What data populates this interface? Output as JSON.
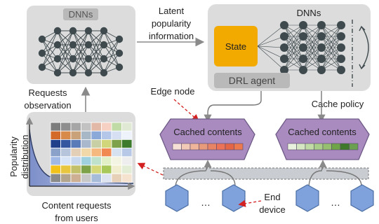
{
  "dnn_left": {
    "title": "DNNs"
  },
  "arrow_top": {
    "line1": "Latent",
    "line2": "popularity",
    "line3": "information"
  },
  "drl_box": {
    "dnn_title": "DNNs",
    "state_label": "State",
    "agent_label": "DRL agent"
  },
  "requests_observation": {
    "line1": "Requests",
    "line2": "observation"
  },
  "edge_node_label": "Edge node",
  "cache_policy_label": "Cache policy",
  "cached_contents_left": "Cached contents",
  "cached_contents_right": "Cached contents",
  "popularity_label": {
    "line1": "Popularity",
    "line2": "distribution"
  },
  "content_requests": {
    "line1": "Content requests",
    "line2": "from users"
  },
  "end_device": {
    "line1": "End",
    "line2": "device"
  },
  "ellipsis": "…",
  "colors": {
    "panel_gray": "#dcdcdc",
    "node_dark": "#3f4a4e",
    "state_orange": "#f2a900",
    "hexagon_purple": "#a98bc0",
    "device_blue": "#7fa1dc",
    "annotation_red": "#d32020"
  },
  "strip_left_colors": [
    "#f6e0d6",
    "#f1c9b7",
    "#eeb59b",
    "#e89b7a",
    "#e88466",
    "#ec7357",
    "#e46646",
    "#ec7a4e"
  ],
  "strip_right_colors": [
    "#e8f1dd",
    "#d4e6c2",
    "#c0dba6",
    "#aacd8a",
    "#96c06f",
    "#6fa448",
    "#3f7a2c",
    "#6aa050"
  ]
}
